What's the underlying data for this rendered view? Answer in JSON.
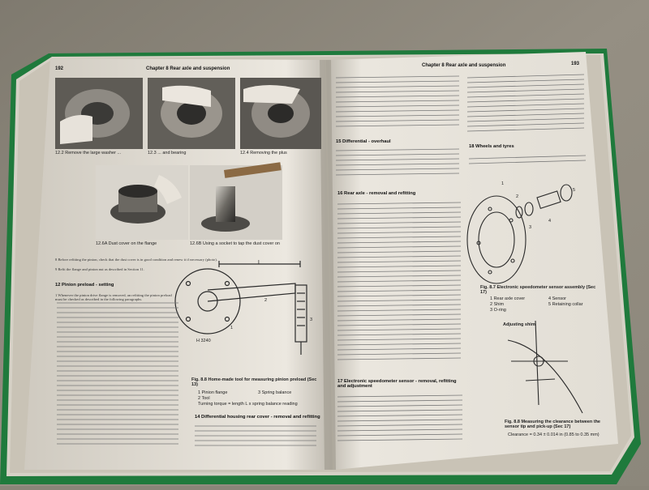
{
  "left_page": {
    "page_number": "192",
    "running_head": "Chapter 8 Rear axle and suspension",
    "photo_captions": [
      "12.2 Remove the large washer ...",
      "12.3 ... and bearing",
      "12.4 Removing the plus",
      "12.6A Dust cover on the flange",
      "12.6B Using a socket to tap the dust cover on"
    ],
    "step8": "8  Before refitting the pinion, check that the dust cover is in good condition and renew it if necessary (photo).",
    "step9": "9  Refit the flange and pinion nut as described in Section 11.",
    "section12_title": "12  Pinion preload - setting",
    "section12_intro": "1  Whenever the pinion drive flange is removed, an refitting the pinion preload must be checked as described in the following paragraphs.",
    "figure_caption": "Fig. 8.8 Home-made tool for measuring pinion preload (Sec 13)",
    "figure_legend": [
      "1  Pinion flange",
      "2  Tool",
      "3  Spring balance",
      "Turning torque = length L x spring balance reading"
    ],
    "figure_label_L": "L",
    "figure_code": "H 3240",
    "figure_numbers": [
      "1",
      "2",
      "3"
    ],
    "section14_title": "14  Differential housing rear cover - removal and refitting"
  },
  "right_page": {
    "page_number": "193",
    "running_head": "Chapter 8 Rear axle and suspension",
    "section15_title": "15  Differential - overhaul",
    "section16_title": "16  Rear axle - removal and refitting",
    "section17_title": "17  Electronic speedometer sensor - removal, refitting and adjustment",
    "section18_title": "18  Wheels and tyres",
    "fig7_caption": "Fig. 8.7 Electronic speedometer sensor assembly (Sec 17)",
    "fig7_legend": [
      "1  Rear axle cover",
      "2  Shim",
      "3  O-ring",
      "4  Sensor",
      "5  Retaining collar"
    ],
    "fig7_numbers": [
      "1",
      "2",
      "3",
      "4",
      "5"
    ],
    "adjusting_label": "Adjusting shim",
    "fig8_caption": "Fig. 8.8 Measuring the clearance between the sensor tip and pick-up (Sec 17)",
    "fig8_clearance": "Clearance = 0.34 ± 0.014 in (0.85 to 0.35 mm)"
  },
  "colors": {
    "table_top": "#8a8579",
    "cover_green": "#1f7a3c",
    "paper": "#e8e4dc",
    "ink": "#222222"
  }
}
